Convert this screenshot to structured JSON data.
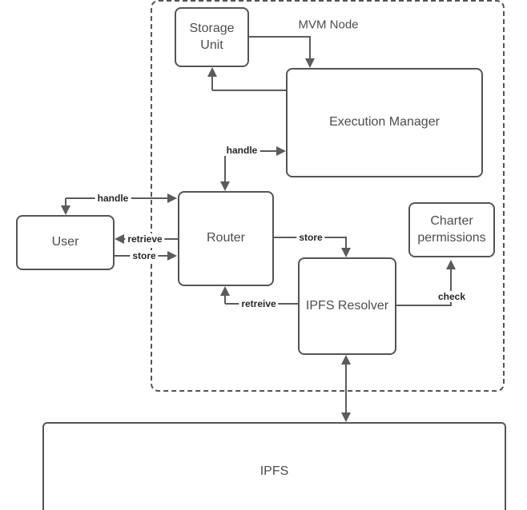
{
  "diagram": {
    "container_label": "MVM Node",
    "nodes": {
      "storage_unit": "Storage Unit",
      "execution_manager": "Execution Manager",
      "user": "User",
      "router": "Router",
      "charter_permissions": "Charter permissions",
      "ipfs_resolver": "IPFS Resolver",
      "ipfs": "IPFS"
    },
    "edge_labels": {
      "handle_execution_router": "handle",
      "handle_user_router": "handle",
      "retrieve_router_user": "retrieve",
      "store_user_router": "store",
      "store_router_resolver": "store",
      "retreive_resolver_router": "retreive",
      "check_resolver_charter": "check"
    },
    "colors": {
      "node_border": "#545454",
      "connector": "#5b5b5b",
      "node_text": "#4d4d4d",
      "edge_label_text": "#262626",
      "background": "#ffffff"
    }
  }
}
